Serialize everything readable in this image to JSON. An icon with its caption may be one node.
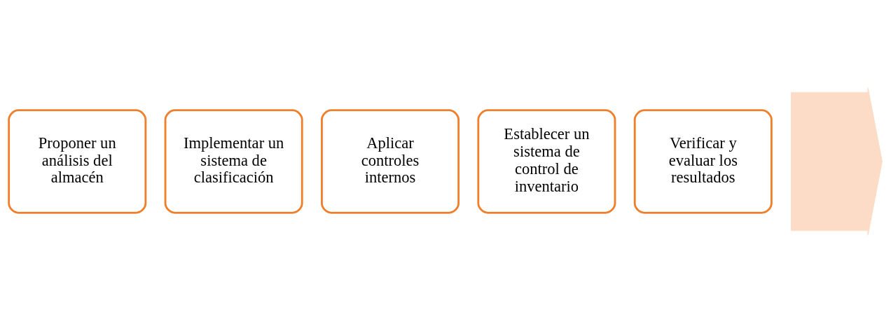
{
  "diagram": {
    "nodes": [
      {
        "text": [
          "Proponer un análisis del almacén"
        ]
      },
      {
        "text": [
          "Implementar un sistema de clasificación"
        ]
      },
      {
        "text": [
          "Aplicar controles internos"
        ]
      },
      {
        "text": [
          "Establecer un sistema de control de inventario"
        ]
      },
      {
        "text": [
          "Verificar y evaluar los resultados"
        ]
      },
      {
        "text": [],
        "shape": "arrow"
      }
    ]
  }
}
